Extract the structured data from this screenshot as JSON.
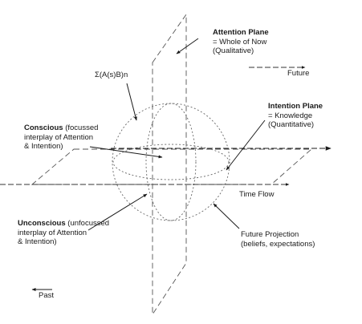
{
  "labels": {
    "attention_plane": {
      "title": "Attention Plane",
      "line2": "= Whole of Now",
      "line3": "(Qualitative)"
    },
    "future": "Future",
    "sum_formula": "Σ(A(s)B)n",
    "intention_plane": {
      "title": "Intention Plane",
      "line2": "= Knowledge",
      "line3": "(Quantitative)"
    },
    "conscious": {
      "title": "Conscious",
      "rest1": " (focussed",
      "line2": "interplay of Attention",
      "line3": "& Intention)"
    },
    "time_flow": "Time Flow",
    "unconscious": {
      "title": "Unconscious",
      "rest1": " (unfocussed",
      "line2": "interplay of Attention",
      "line3": "& Intention)"
    },
    "future_projection": {
      "line1": "Future Projection",
      "line2": "(beliefs, expectations)"
    },
    "past": "Past"
  }
}
